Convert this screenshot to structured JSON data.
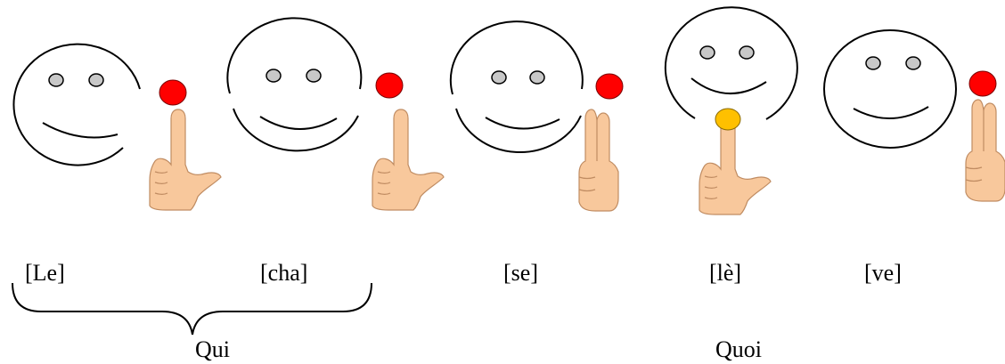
{
  "syllables": [
    {
      "text": "[Le]",
      "dot_color": "#ff0000",
      "dot_position": "beside-face",
      "hand": "index-thumb"
    },
    {
      "text": "[cha]",
      "dot_color": "#ff0000",
      "dot_position": "beside-face",
      "hand": "index-thumb"
    },
    {
      "text": "[se]",
      "dot_color": "#ff0000",
      "dot_position": "beside-face",
      "hand": "two-fingers"
    },
    {
      "text": "[lè]",
      "dot_color": "#ffc000",
      "dot_position": "chin",
      "hand": "index-thumb"
    },
    {
      "text": "[ve]",
      "dot_color": "#ff0000",
      "dot_position": "beside-face",
      "hand": "two-fingers"
    }
  ],
  "groups": [
    {
      "label": "Qui",
      "syllables": [
        0,
        1
      ],
      "bracket": true
    },
    {
      "label": "Quoi",
      "syllables": [
        2,
        3,
        4
      ],
      "bracket": false
    }
  ],
  "colors": {
    "face_line": "#000000",
    "eye_fill": "#c8c8c8",
    "skin": "#f8c89c",
    "skin_line": "#c08c62",
    "red_dot": "#ff0000",
    "yellow_dot": "#ffc000"
  }
}
